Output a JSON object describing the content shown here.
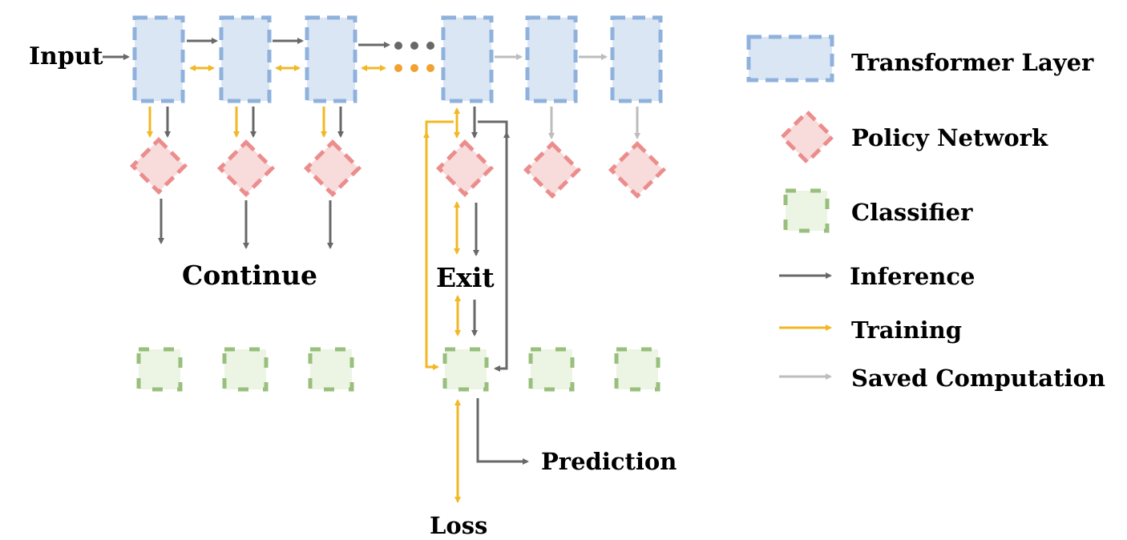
{
  "labels": {
    "input": "Input",
    "continue": "Continue",
    "exit": "Exit",
    "prediction": "Prediction",
    "loss": "Loss"
  },
  "legend": [
    {
      "kind": "transformer",
      "label": "Transformer Layer"
    },
    {
      "kind": "policy",
      "label": "Policy Network"
    },
    {
      "kind": "classifier",
      "label": "Classifier"
    },
    {
      "kind": "inference",
      "label": "Inference"
    },
    {
      "kind": "training",
      "label": "Training"
    },
    {
      "kind": "saved",
      "label": "Saved Computation"
    }
  ],
  "colors": {
    "transformer_fill": "#dbe6f5",
    "transformer_stroke": "#8fb2dd",
    "policy_fill": "#f8dcdc",
    "policy_stroke": "#ec8d8d",
    "classifier_fill": "#ecf4e4",
    "classifier_stroke": "#98bf7c",
    "inference": "#686868",
    "training": "#f2b824",
    "saved": "#bdbdbd",
    "dot_inference": "#686868",
    "dot_training": "#f2a130"
  }
}
